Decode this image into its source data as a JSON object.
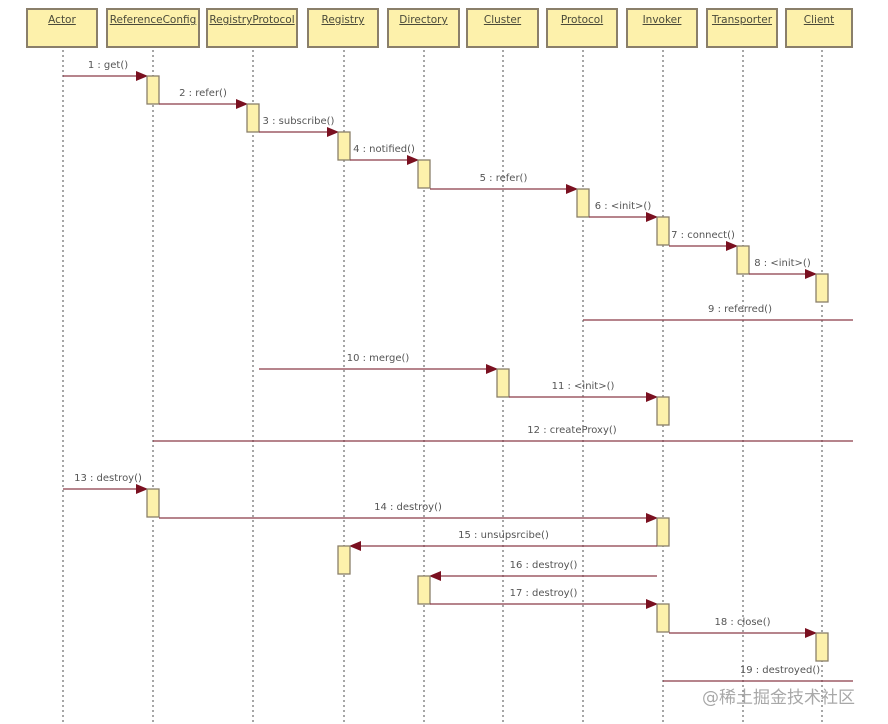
{
  "participants": [
    "Actor",
    "ReferenceConfig",
    "RegistryProtocol",
    "Registry",
    "Directory",
    "Cluster",
    "Protocol",
    "Invoker",
    "Transporter",
    "Client"
  ],
  "messages": [
    {
      "label": "1 : get()",
      "from": 0,
      "to": 1,
      "kind": "call"
    },
    {
      "label": "2 : refer()",
      "from": 1,
      "to": 2,
      "kind": "call"
    },
    {
      "label": "3 : subscribe()",
      "from": 2,
      "to": 3,
      "kind": "call"
    },
    {
      "label": "4 : notified()",
      "from": 3,
      "to": 4,
      "kind": "call"
    },
    {
      "label": "5 : refer()",
      "from": 4,
      "to": 6,
      "kind": "call"
    },
    {
      "label": "6 : <init>()",
      "from": 6,
      "to": 7,
      "kind": "call"
    },
    {
      "label": "7 : connect()",
      "from": 7,
      "to": 8,
      "kind": "call"
    },
    {
      "label": "8 : <init>()",
      "from": 8,
      "to": 9,
      "kind": "call"
    },
    {
      "label": "9 : referred()",
      "from": 6,
      "to": 10,
      "kind": "return"
    },
    {
      "label": "10 : merge()",
      "from": 2,
      "to": 5,
      "kind": "call"
    },
    {
      "label": "11 : <init>()",
      "from": 5,
      "to": 7,
      "kind": "call"
    },
    {
      "label": "12 : createProxy()",
      "from": 1,
      "to": 10,
      "kind": "return"
    },
    {
      "label": "13 : destroy()",
      "from": 0,
      "to": 1,
      "kind": "call"
    },
    {
      "label": "14 : destroy()",
      "from": 1,
      "to": 7,
      "kind": "call"
    },
    {
      "label": "15 : unsupsrcibe()",
      "from": 7,
      "to": 3,
      "kind": "call"
    },
    {
      "label": "16 : destroy()",
      "from": 7,
      "to": 4,
      "kind": "call"
    },
    {
      "label": "17 : destroy()",
      "from": 4,
      "to": 7,
      "kind": "call"
    },
    {
      "label": "18 : close()",
      "from": 7,
      "to": 9,
      "kind": "call"
    },
    {
      "label": "19 : destroyed()",
      "from": 7,
      "to": 10,
      "kind": "return"
    }
  ],
  "watermark": "@稀土掘金技术社区",
  "colors": {
    "box": "#fdf1ab",
    "arrow": "#7a1020",
    "line": "#8a3a48"
  }
}
